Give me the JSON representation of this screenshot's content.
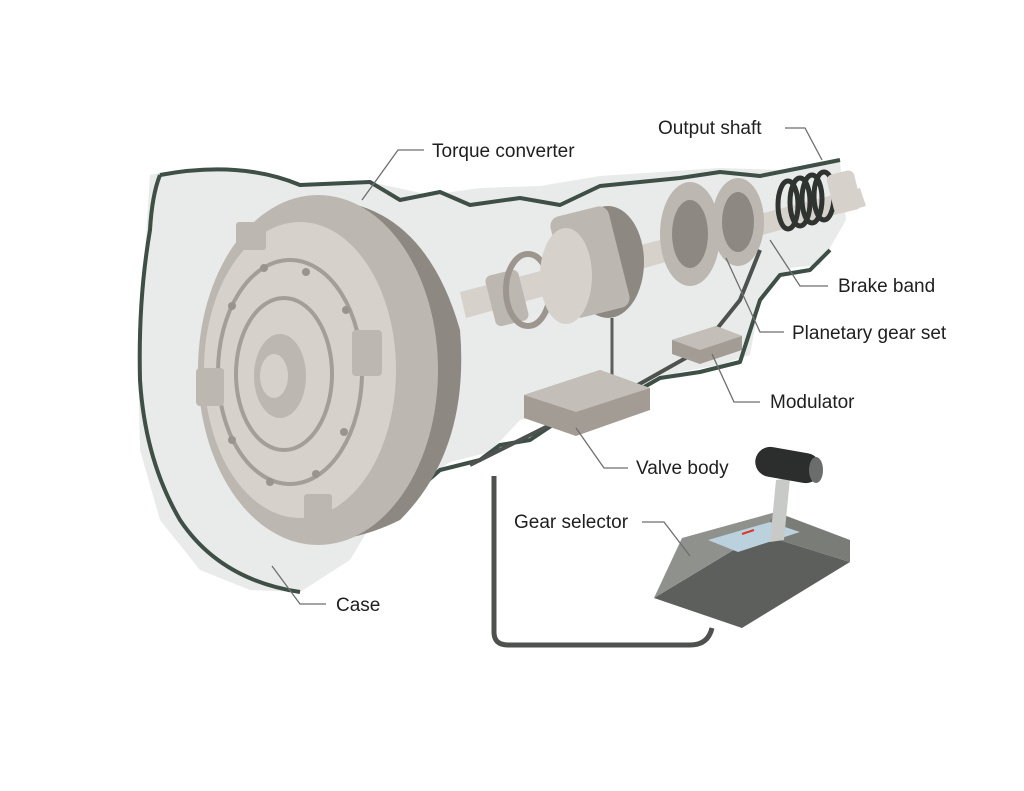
{
  "labels": {
    "output_shaft": "Output shaft",
    "torque_converter": "Torque converter",
    "brake_band": "Brake band",
    "planetary_gear_set": "Planetary gear set",
    "modulator": "Modulator",
    "valve_body": "Valve body",
    "gear_selector": "Gear selector",
    "case": "Case"
  },
  "colors": {
    "case_outline": "#3e4f46",
    "case_fill": "#e9eaea",
    "metal": "#bdb7b1",
    "selector_body": "#8f918d",
    "cable": "#4d524f"
  }
}
